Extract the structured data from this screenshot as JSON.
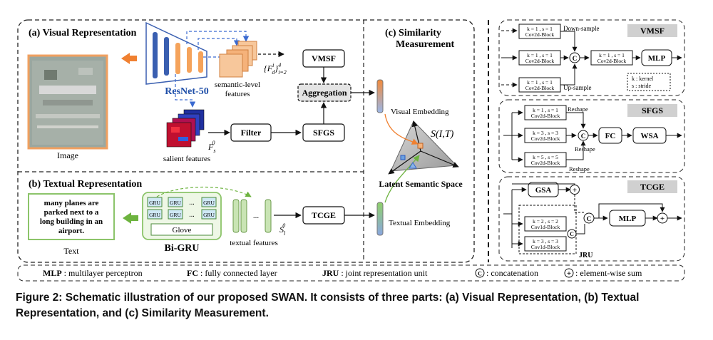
{
  "diagram": {
    "visual": {
      "title": "(a) Visual Representation",
      "backbone": "ResNet-50",
      "image_label": "Image",
      "semantic_label_1": "semantic-level",
      "semantic_label_2": "features",
      "fd_label": "{F_d^i}_{i=2}^4",
      "salient_label": "salient features",
      "fs_label": "F_s^0",
      "filter": "Filter",
      "vmsf": "VMSF",
      "aggregation": "Aggregation",
      "sfgs": "SFGS"
    },
    "textual": {
      "title": "(b) Textual Representation",
      "text": [
        "many planes are",
        "parked next to a",
        "long building in an",
        "airport."
      ],
      "text_label": "Text",
      "gru": "GRU",
      "dots": "...",
      "glove": "Glove",
      "bigru": "Bi-GRU",
      "features_label": "textual features",
      "sl_label": "S_l^0",
      "tcge": "TCGE"
    },
    "similarity": {
      "title_1": "(c) Similarity",
      "title_2": "Measurement",
      "visual_embedding": "Visual Embedding",
      "textual_embedding": "Textual Embedding",
      "score": "S(I,T)",
      "space": "Latent Semantic Space"
    },
    "modules": {
      "vmsf": {
        "title": "VMSF",
        "conv1_k": "k = 1 ,  s = 1",
        "conv_name": "Cov2d-Block",
        "down": "Down-sample",
        "up": "Up-sample",
        "concat": "C",
        "fuse_k": "k = 1 ,  s = 1",
        "mlp": "MLP",
        "legend_k": "k : kernel",
        "legend_s": "s : stride"
      },
      "sfgs": {
        "title": "SFGS",
        "b1": "k = 1 ,  s = 1",
        "b2": "k = 3 ,  s = 3",
        "b3": "k = 5 ,  s = 5",
        "conv_name": "Cov2d-Block",
        "reshape": "Reshape",
        "concat": "C",
        "fc": "FC",
        "wsa": "WSA"
      },
      "tcge": {
        "title": "TCGE",
        "gsa": "GSA",
        "b1": "k = 2 ,  s = 2",
        "b2": "k = 3 ,  s = 3",
        "conv_name": "Cov1d-Block",
        "concat": "C",
        "mlp": "MLP",
        "jru": "JRU",
        "plus": "+"
      }
    },
    "legend": {
      "mlp_key": "MLP",
      "mlp_val": ": multilayer perceptron",
      "fc_key": "FC",
      "fc_val": ": fully connected layer",
      "jru_key": "JRU",
      "jru_val": ": joint representation unit",
      "concat_val": ": concatenation",
      "sum_val": ": element-wise sum"
    }
  },
  "caption": "Figure 2: Schematic illustration of our proposed SWAN. It consists of three parts: (a) Visual Representation, (b) Textual Representation, and (c) Similarity Measurement.",
  "colors": {
    "orange_arrow": "#f08030",
    "green_arrow": "#6db33f",
    "resnet_blue": "#3a5fb0",
    "resnet_orange": "#f5a35b",
    "feature_orange": "#f7c79b",
    "textual_green": "#c9e4b4",
    "text_border_green": "#8cc46a",
    "gray_panel": "#a8a8a8"
  }
}
